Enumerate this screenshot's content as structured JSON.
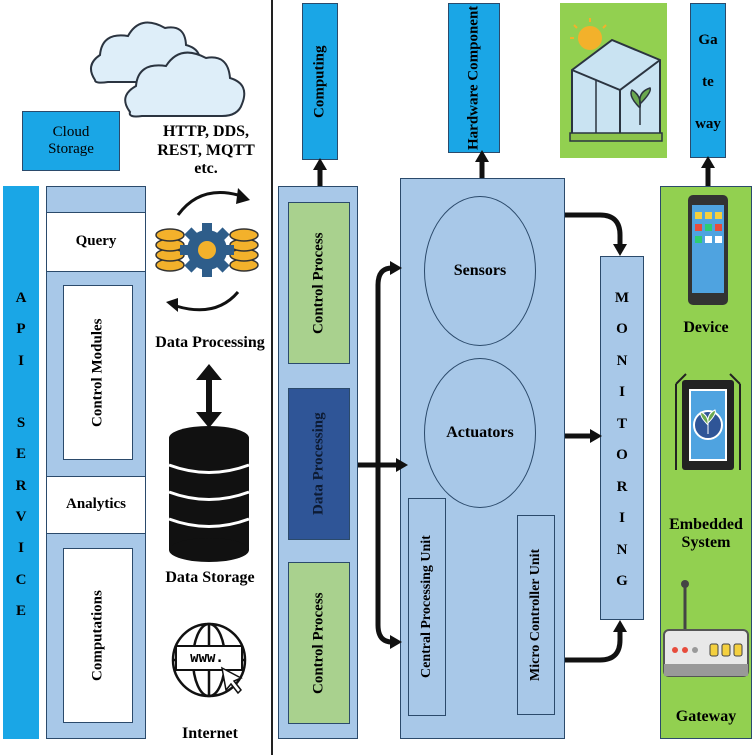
{
  "left": {
    "cloud_storage": "Cloud Storage",
    "protocols": "HTTP, DDS, REST, MQTT etc.",
    "api_service_letters": [
      "A",
      "P",
      "I",
      "",
      "S",
      "E",
      "R",
      "V",
      "I",
      "C",
      "E"
    ],
    "query": "Query",
    "control_modules": "Control Modules",
    "analytics": "Analytics",
    "computations": "Computations",
    "data_processing": "Data Processing",
    "data_storage": "Data Storage",
    "internet": "Internet",
    "www": "www."
  },
  "middle": {
    "computing": "Computing",
    "control_process_1": "Control Process",
    "data_processing": "Data Processing",
    "control_process_2": "Control Process",
    "hardware_component": "Hardware Component",
    "sensors": "Sensors",
    "actuators": "Actuators",
    "cpu": "Central Processing Unit",
    "mcu": "Micro Controller Unit",
    "monitoring_letters": [
      "M",
      "O",
      "N",
      "I",
      "T",
      "O",
      "R",
      "I",
      "N",
      "G"
    ]
  },
  "right": {
    "gateway_top": [
      "Ga",
      "te",
      "way"
    ],
    "device": "Device",
    "embedded_system": "Embedded System",
    "gateway": "Gateway"
  },
  "colors": {
    "cyan": "#1aa6e6",
    "light_blue": "#a8c8e8",
    "green_light": "#a9d18e",
    "green_bright": "#92d050",
    "dark_blue": "#2f5597"
  }
}
